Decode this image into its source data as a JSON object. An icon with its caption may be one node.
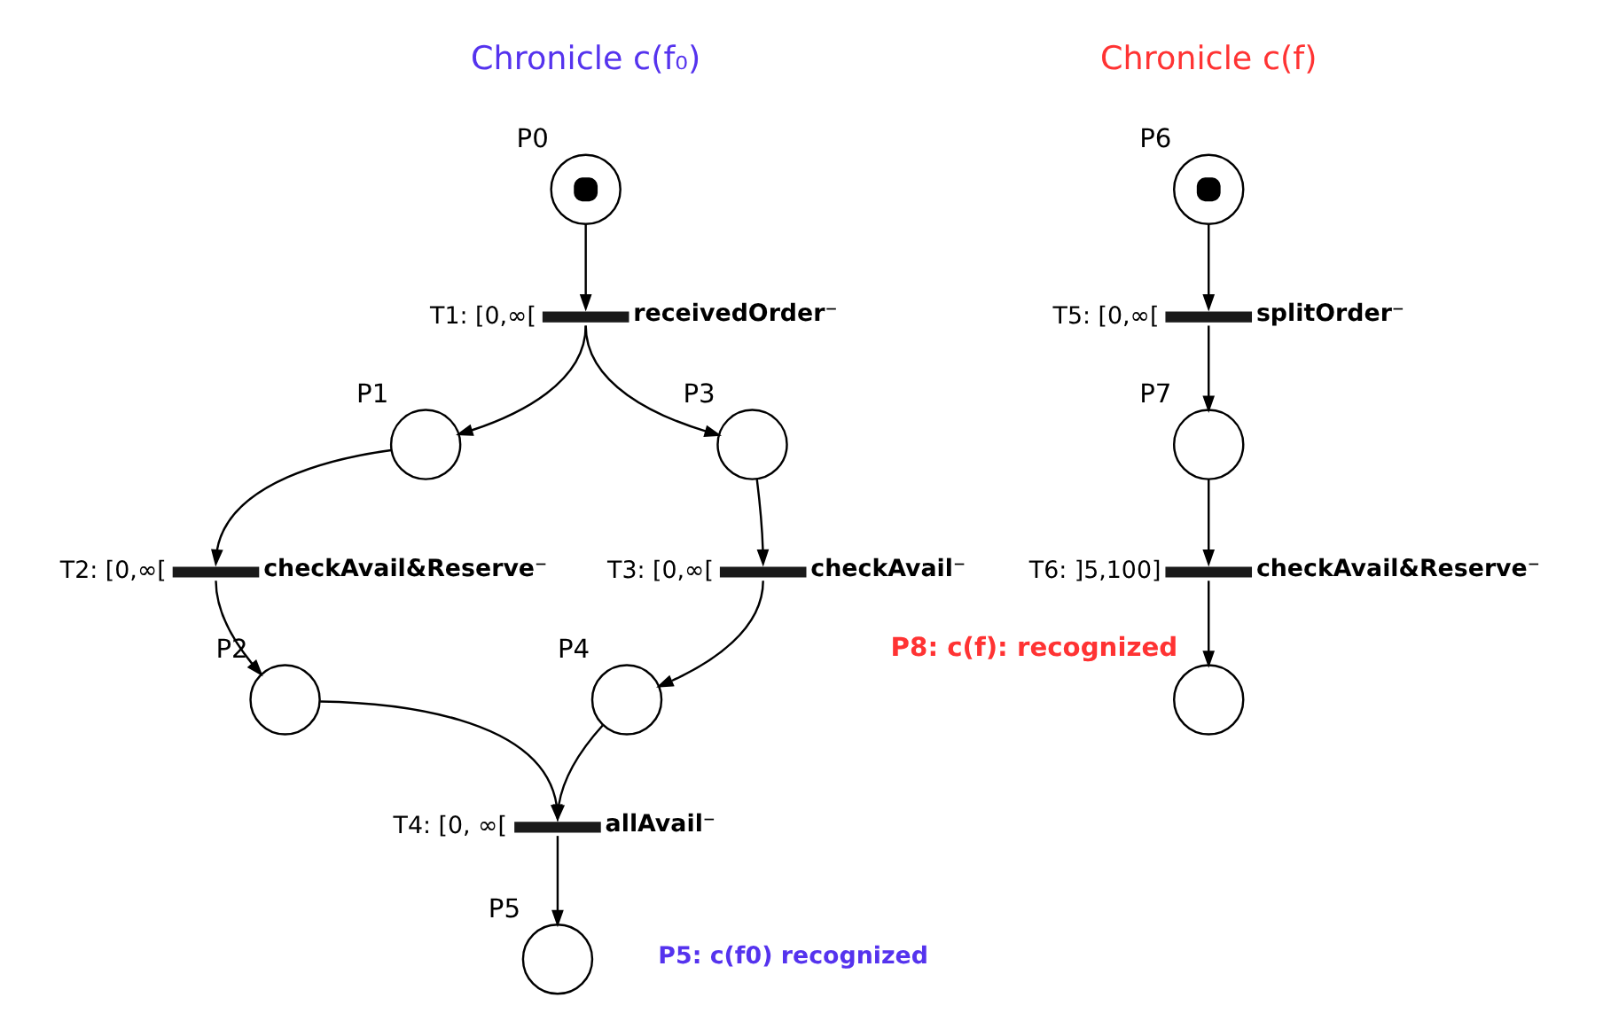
{
  "diagram": {
    "nodes": [
      {
        "text": [
          "P0"
        ]
      },
      {
        "text": [
          "T1: [0,∞["
        ],
        "beside": [
          "receivedOrder⁻"
        ]
      },
      {
        "text": [
          "P1"
        ]
      },
      {
        "text": [
          "P3"
        ]
      },
      {
        "text": [
          "T2: [0,∞["
        ],
        "beside": [
          "checkAvail&Reserve⁻"
        ]
      },
      {
        "text": [
          "P2"
        ]
      },
      {
        "text": [
          "T3: [0,∞["
        ],
        "beside": [
          "checkAvail⁻"
        ]
      },
      {
        "text": [
          "P4"
        ]
      },
      {
        "text": [
          "T4: [0, ∞["
        ],
        "beside": [
          "allAvail⁻"
        ]
      },
      {
        "text": [
          "P5"
        ],
        "beside": [
          "P5: c(f0) recognized"
        ]
      },
      {
        "text": [
          "P6"
        ]
      },
      {
        "text": [
          "T5: [0,∞["
        ],
        "beside": [
          "splitOrder⁻"
        ]
      },
      {
        "text": [
          "P7"
        ]
      },
      {
        "text": [
          "T6: ]5,100]"
        ],
        "beside": [
          "checkAvail&Reserve⁻"
        ]
      },
      {
        "text": [
          "P8: c(f): recognized"
        ]
      }
    ],
    "edges": [
      {
        "from": 0,
        "to": 1,
        "arrow": "to"
      },
      {
        "from": 1,
        "to": 2,
        "arrow": "to"
      },
      {
        "from": 1,
        "to": 3,
        "arrow": "to"
      },
      {
        "from": 2,
        "to": 4,
        "arrow": "to"
      },
      {
        "from": 4,
        "to": 5,
        "arrow": "to"
      },
      {
        "from": 3,
        "to": 6,
        "arrow": "to"
      },
      {
        "from": 6,
        "to": 7,
        "arrow": "to"
      },
      {
        "from": 5,
        "to": 8,
        "arrow": "to"
      },
      {
        "from": 7,
        "to": 8,
        "arrow": "to"
      },
      {
        "from": 8,
        "to": 9,
        "arrow": "to"
      },
      {
        "from": 10,
        "to": 11,
        "arrow": "to"
      },
      {
        "from": 11,
        "to": 12,
        "arrow": "to"
      },
      {
        "from": 12,
        "to": 13,
        "arrow": "to"
      },
      {
        "from": 13,
        "to": 14,
        "arrow": "to"
      }
    ],
    "labels": [
      "Chronicle c(f₀)",
      "Chronicle c(f)"
    ]
  }
}
